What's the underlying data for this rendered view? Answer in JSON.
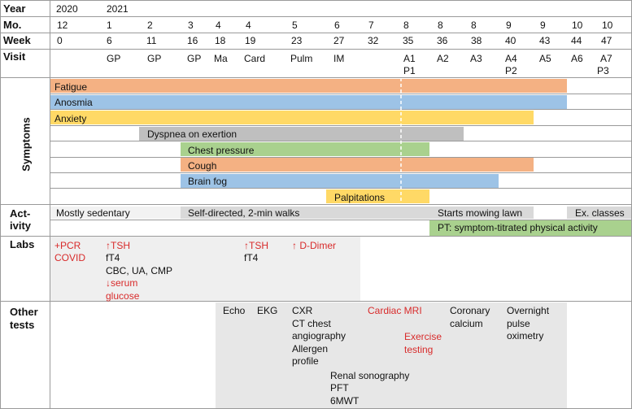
{
  "header": {
    "row_labels": [
      "Year",
      "Mo.",
      "Week",
      "Visit"
    ],
    "year": [
      "2020",
      "2021"
    ],
    "months": [
      "12",
      "1",
      "2",
      "3",
      "4",
      "4",
      "5",
      "6",
      "7",
      "8",
      "8",
      "8",
      "9",
      "9",
      "10",
      "10"
    ],
    "weeks": [
      "0",
      "6",
      "11",
      "16",
      "18",
      "19",
      "23",
      "27",
      "32",
      "35",
      "36",
      "38",
      "40",
      "43",
      "44",
      "47"
    ],
    "visits_top": [
      "",
      "GP",
      "GP",
      "GP",
      "Ma",
      "Card",
      "Pulm",
      "IM",
      "",
      "A1",
      "A2",
      "A3",
      "A4",
      "A5",
      "A6",
      "A7"
    ],
    "visits_bottom": [
      "",
      "",
      "",
      "",
      "",
      "",
      "",
      "",
      "",
      "P1",
      "",
      "",
      "P2",
      "",
      "",
      "P3"
    ]
  },
  "symptoms": {
    "label": "Symptoms",
    "bars": [
      {
        "name": "Fatigue",
        "color": "#f4b183"
      },
      {
        "name": "Anosmia",
        "color": "#9dc3e6"
      },
      {
        "name": "Anxiety",
        "color": "#ffd966"
      },
      {
        "name": "Dyspnea on exertion",
        "color": "#bfbfbf"
      },
      {
        "name": "Chest pressure",
        "color": "#a9d18e"
      },
      {
        "name": "Cough",
        "color": "#f4b183"
      },
      {
        "name": "Brain fog",
        "color": "#9dc3e6"
      },
      {
        "name": "Palpitations",
        "color": "#ffd966"
      }
    ]
  },
  "activity": {
    "label_line1": "Act-",
    "label_line2": "ivity",
    "items": [
      {
        "text": "Mostly sedentary"
      },
      {
        "text": "Self-directed, 2-min walks"
      },
      {
        "text": "Starts mowing lawn"
      },
      {
        "text": "Ex. classes"
      },
      {
        "text": "PT: symptom-titrated physical activity"
      }
    ]
  },
  "labs": {
    "label": "Labs",
    "items": [
      {
        "text": "+PCR",
        "red": true
      },
      {
        "text": "COVID",
        "red": true
      },
      {
        "text": "↑TSH",
        "red": true
      },
      {
        "text": "fT4",
        "red": false
      },
      {
        "text": "CBC, UA, CMP",
        "red": false
      },
      {
        "text": "↓serum",
        "red": true
      },
      {
        "text": "glucose",
        "red": true
      },
      {
        "text": "↑TSH",
        "red": true
      },
      {
        "text": "fT4",
        "red": false
      },
      {
        "text": "↑ D-Dimer",
        "red": true
      }
    ]
  },
  "other_tests": {
    "label_line1": "Other",
    "label_line2": "tests",
    "items": [
      {
        "text": "Echo",
        "red": false
      },
      {
        "text": "EKG",
        "red": false
      },
      {
        "text": "CXR",
        "red": false
      },
      {
        "text": "CT chest",
        "red": false
      },
      {
        "text": "angiography",
        "red": false
      },
      {
        "text": "Allergen",
        "red": false
      },
      {
        "text": "profile",
        "red": false
      },
      {
        "text": "Renal sonography",
        "red": false
      },
      {
        "text": "PFT",
        "red": false
      },
      {
        "text": "6MWT",
        "red": false
      },
      {
        "text": "Cardiac MRI",
        "red": true
      },
      {
        "text": "Exercise",
        "red": true
      },
      {
        "text": "testing",
        "red": true
      },
      {
        "text": "Coronary",
        "red": false
      },
      {
        "text": "calcium",
        "red": false
      },
      {
        "text": "Overnight",
        "red": false
      },
      {
        "text": "pulse",
        "red": false
      },
      {
        "text": "oximetry",
        "red": false
      }
    ]
  }
}
